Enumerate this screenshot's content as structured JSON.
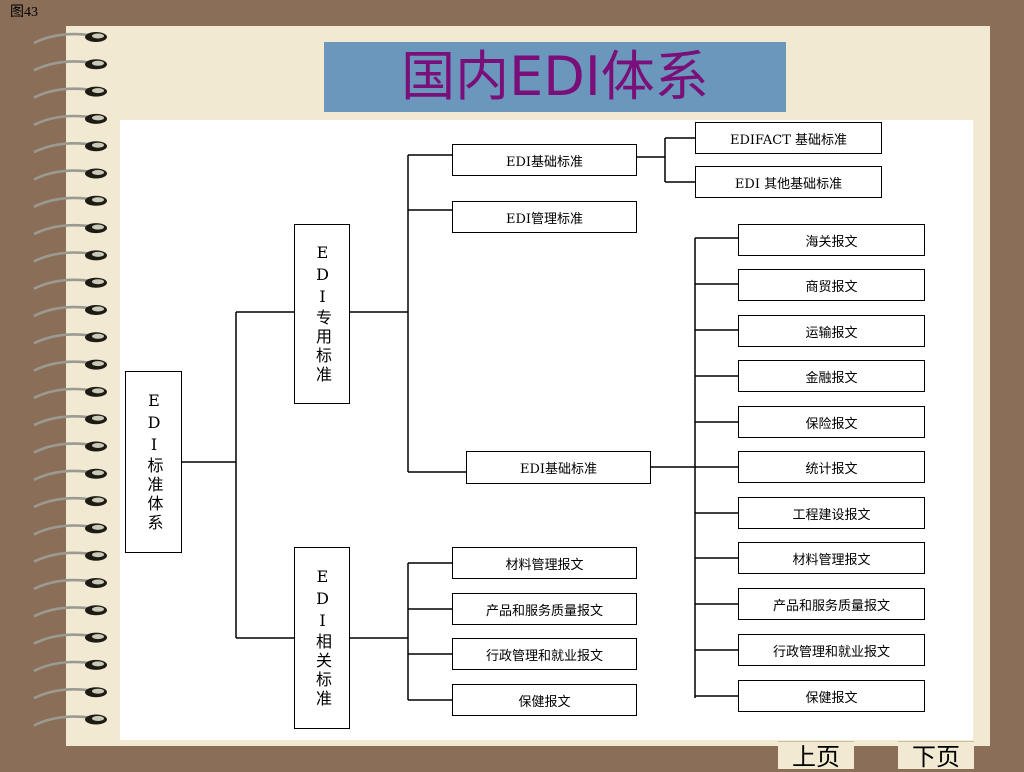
{
  "figure_label": "图43",
  "title": "国内EDI体系",
  "diagram": {
    "root": "EDI标准体系",
    "edi_dedicated": "EDI专用标准",
    "edi_related": "EDI相关标准",
    "basic_standard_top": "EDI基础标准",
    "management_standard": "EDI管理标准",
    "basic_standard_bottom": "EDI基础标准",
    "edifact_basic": "EDIFACT 基础标准",
    "edi_other_basic": "EDI 其他基础标准",
    "message_types": [
      "海关报文",
      "商贸报文",
      "运输报文",
      "金融报文",
      "保险报文",
      "统计报文",
      "工程建设报文",
      "材料管理报文",
      "产品和服务质量报文",
      "行政管理和就业报文",
      "保健报文"
    ],
    "related_items": [
      "材料管理报文",
      "产品和服务质量报文",
      "行政管理和就业报文",
      "保健报文"
    ]
  },
  "nav": {
    "prev": "上页",
    "next": "下页"
  },
  "colors": {
    "background": "#8a6e58",
    "paper": "#f1e9d2",
    "title_box": "#6c97bd",
    "title_text": "#7a0f7a"
  }
}
